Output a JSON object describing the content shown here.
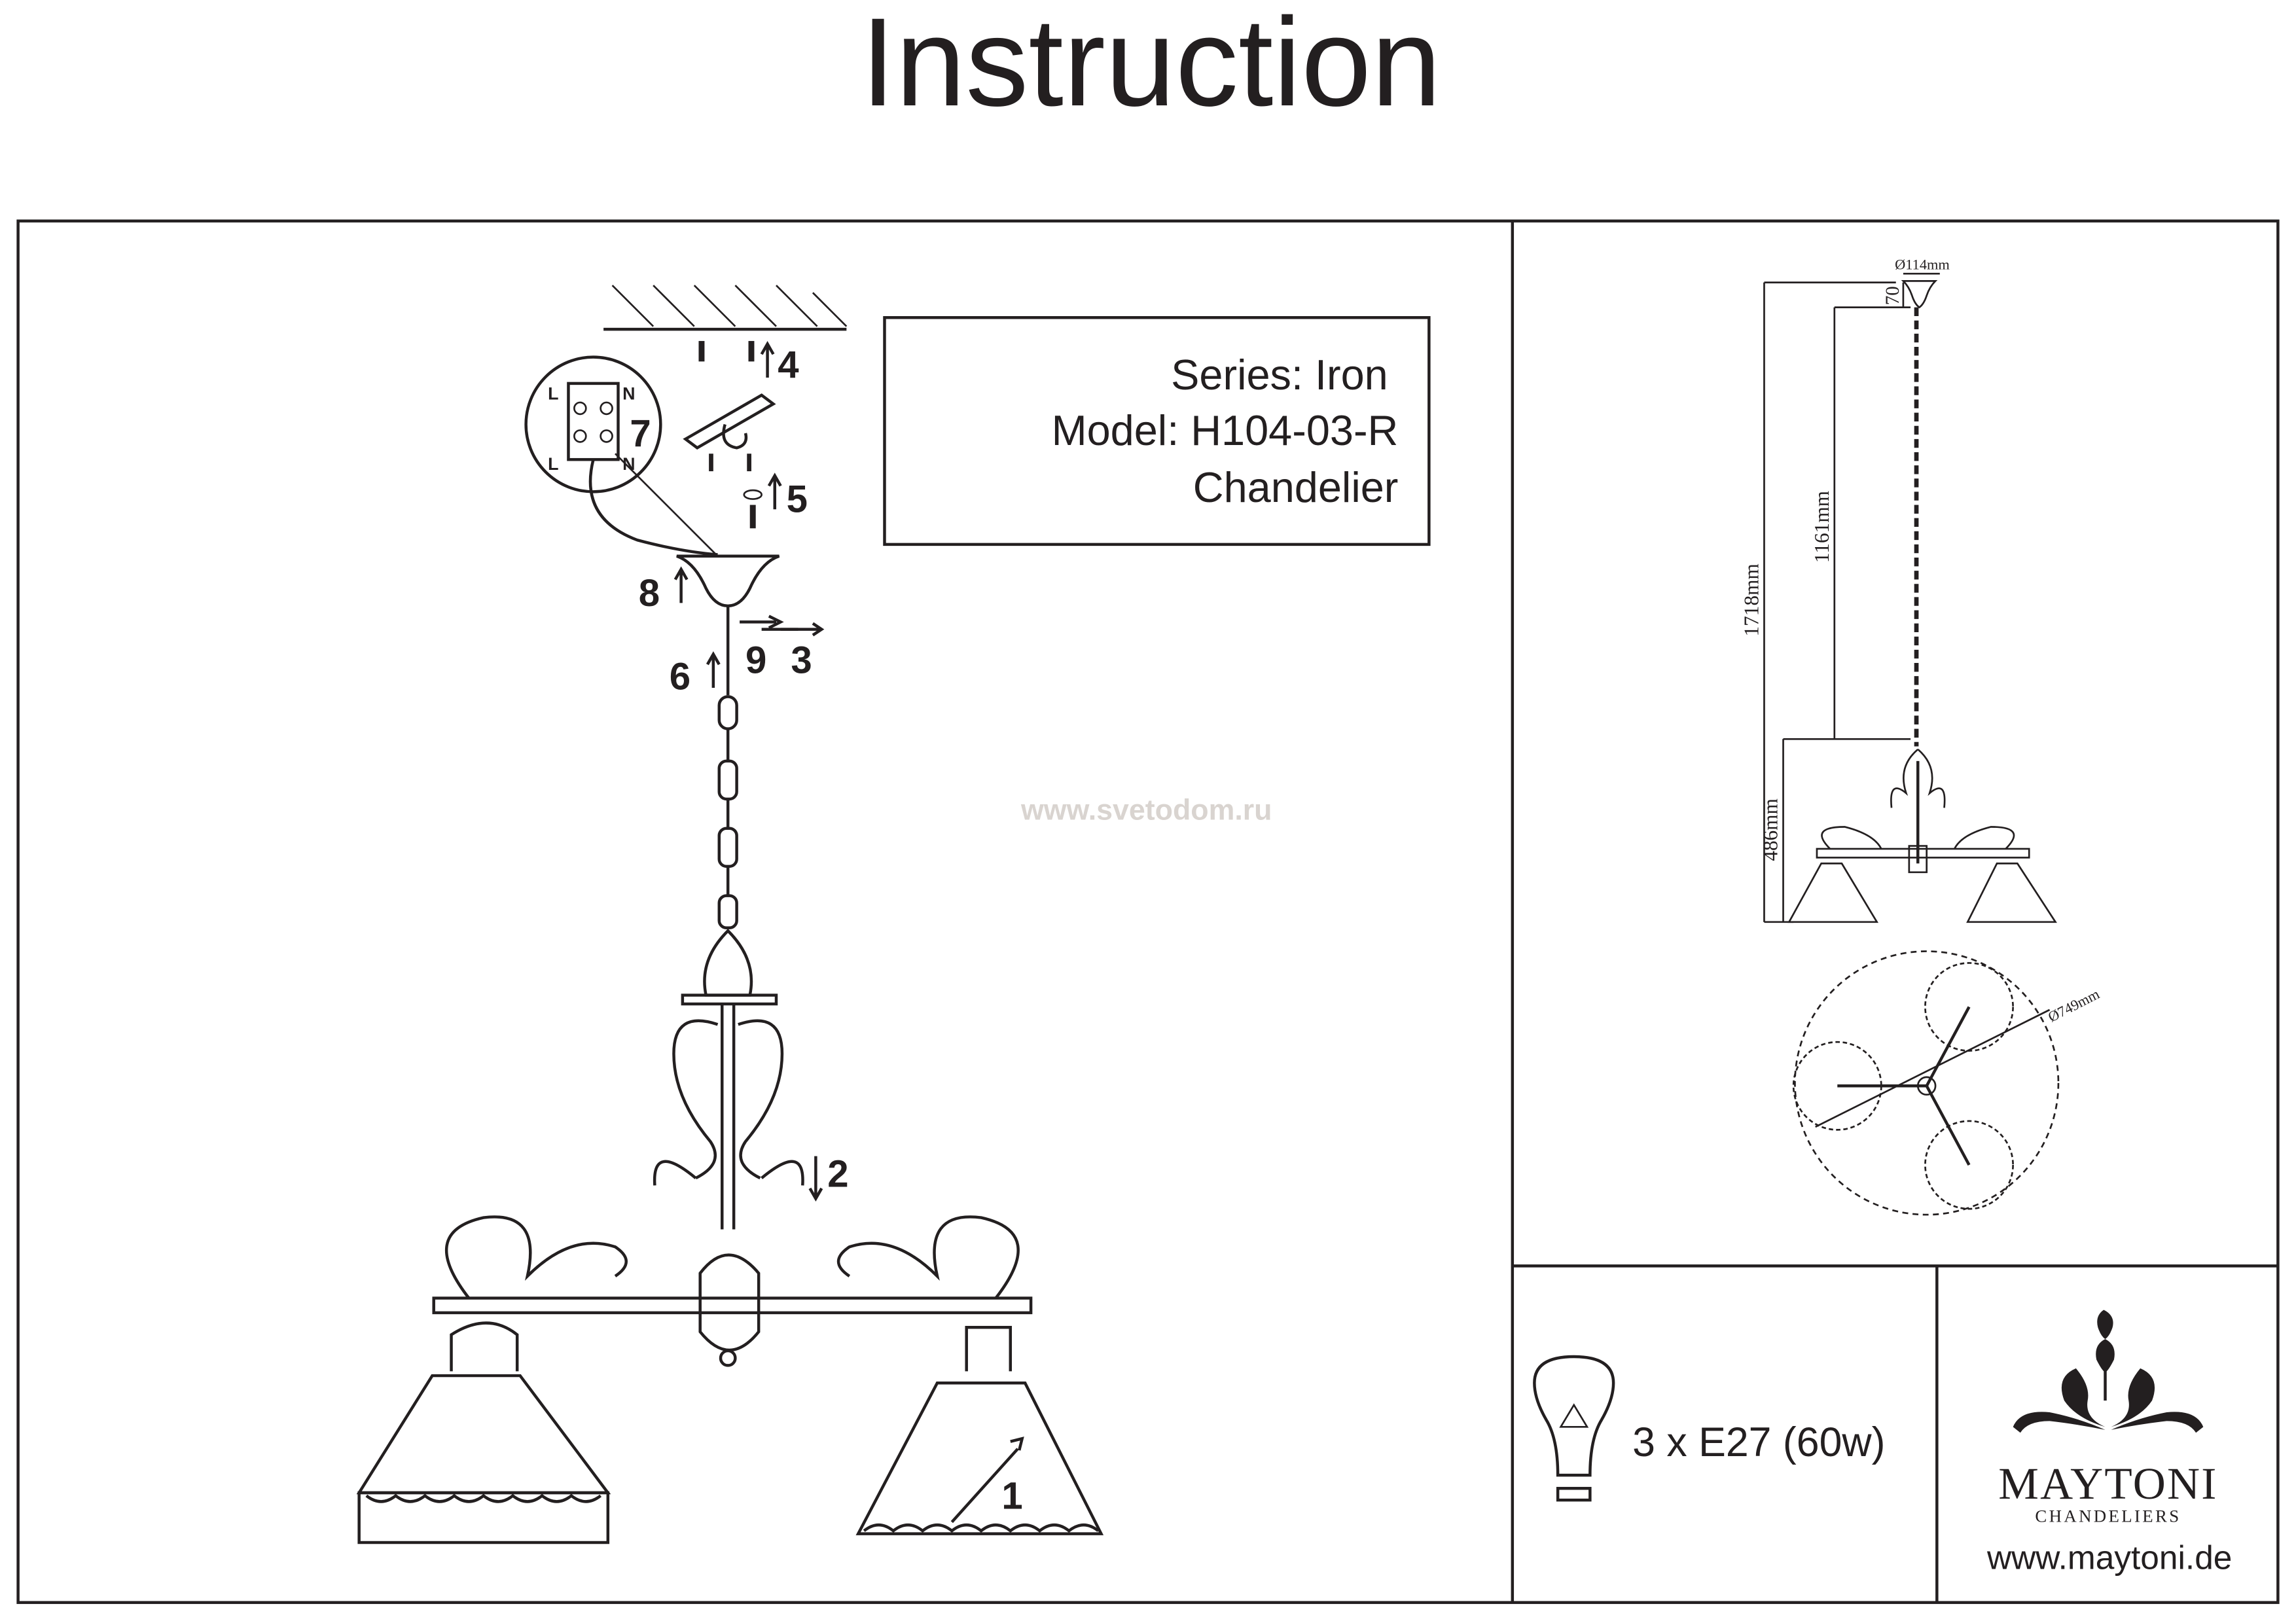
{
  "title": "Instruction",
  "info": {
    "series": "Series: Iron",
    "model": "Model: H104-03-R",
    "type": "Chandelier"
  },
  "watermark": "www.svetodom.ru",
  "steps": {
    "s1": "1",
    "s2": "2",
    "s3": "3",
    "s4": "4",
    "s5": "5",
    "s6": "6",
    "s7": "7",
    "s8": "8",
    "s9": "9"
  },
  "wiring": {
    "L": "L",
    "N": "N"
  },
  "dimensions": {
    "canopy_diameter": "Ø114mm",
    "canopy_height": "70",
    "total_height": "1718mm",
    "chain_length": "1161mm",
    "body_height": "486mm",
    "diameter": "Ø749mm"
  },
  "bulb": {
    "icon": "light-bulb-icon",
    "spec": "3 x E27 (60w)"
  },
  "brand": {
    "name": "MAYTONI",
    "subtitle": "CHANDELIERS",
    "website": "www.maytoni.de"
  },
  "colors": {
    "ink": "#231f20",
    "watermark": "#d9d4d0"
  }
}
